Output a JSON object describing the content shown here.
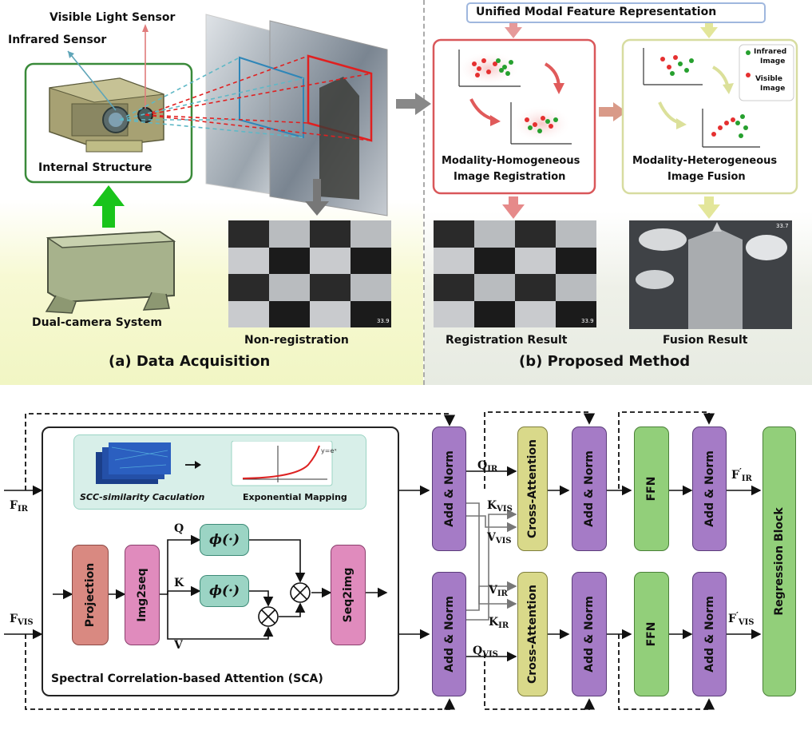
{
  "top": {
    "acquisition": {
      "visible_sensor": "Visible Light Sensor",
      "infrared_sensor": "Infrared Sensor",
      "internal_structure": "Internal Structure",
      "dual_camera": "Dual-camera System",
      "non_registration": "Non-registration",
      "caption": "(a) Data Acquisition"
    },
    "method": {
      "unified_title": "Unified Modal Feature Representation",
      "homo_l1": "Modality-Homogeneous",
      "homo_l2": "Image Registration",
      "hetero_l1": "Modality-Heterogeneous",
      "hetero_l2": "Image Fusion",
      "legend_ir_l1": "Infrared",
      "legend_ir_l2": "Image",
      "legend_vis_l1": "Visible",
      "legend_vis_l2": "Image",
      "registration_result": "Registration Result",
      "fusion_result": "Fusion Result",
      "caption": "(b) Proposed Method"
    },
    "thumb_temps": {
      "nonreg": "33.9",
      "reg": "33.9",
      "fusion": "33.7"
    }
  },
  "bottom": {
    "scc_caption": "SCC-similarity Caculation",
    "exp_caption": "Exponential Mapping",
    "exp_formula": "y=eˣ",
    "projection": "Projection",
    "img2seq": "Img2seq",
    "seq2img": "Seq2img",
    "phi": "ϕ(·)",
    "q": "Q",
    "k": "K",
    "v": "V",
    "sca_caption": "Spectral Correlation-based Attention (SCA)",
    "add_norm": "Add & Norm",
    "cross_attention": "Cross-Attention",
    "ffn": "FFN",
    "regression": "Regression Block",
    "f_main": "F",
    "sub_ir": "IR",
    "sub_vis": "VIS",
    "prime": "′"
  },
  "colors": {
    "purple": "#a57bc6",
    "pink": "#e08bbd",
    "salmon": "#d98981",
    "teal": "#9bd4c4",
    "olive": "#d9d98a",
    "green": "#92cf7a",
    "red_box": "#d9575a",
    "yellow_box": "#d7dca0"
  }
}
